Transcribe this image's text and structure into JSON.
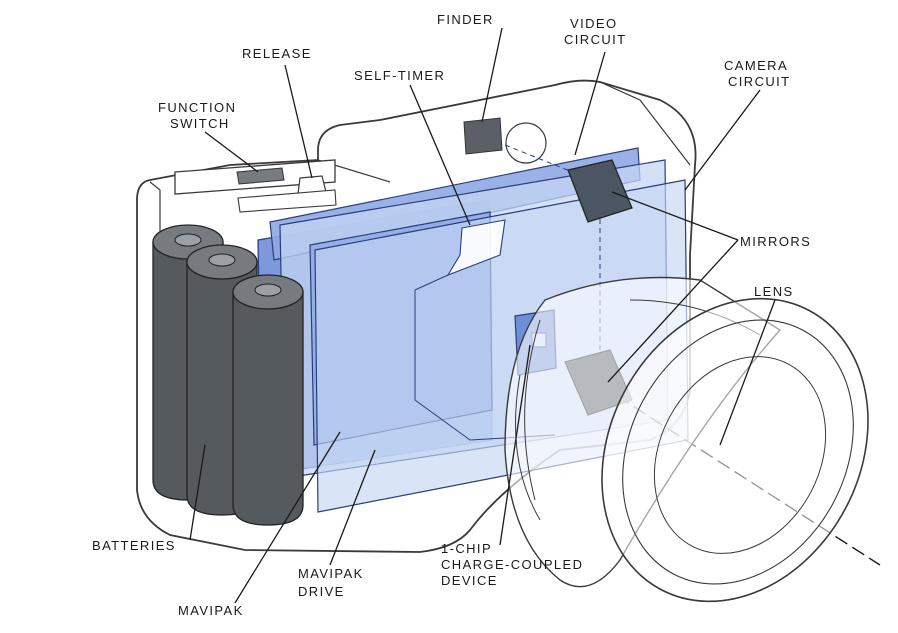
{
  "labels": {
    "finder": "FINDER",
    "video_circuit": [
      "VIDEO",
      "CIRCUIT"
    ],
    "release": "RELEASE",
    "self_timer": "SELF-TIMER",
    "camera_circuit": [
      "CAMERA",
      "CIRCUIT"
    ],
    "function_switch": [
      "FUNCTION",
      "SWITCH"
    ],
    "mirrors": "MIRRORS",
    "lens": "LENS",
    "batteries": "BATTERIES",
    "ccd": [
      "1-CHIP",
      "CHARGE-COUPLED",
      "DEVICE"
    ],
    "mavipak_drive": [
      "MAVIPAK",
      "DRIVE"
    ],
    "mavipak": "MAVIPAK"
  },
  "colors": {
    "outline": "#3a3a3a",
    "panel_dark": "#6f8ed8",
    "panel_mid": "#8fa9e6",
    "panel_light": "#c4d6f3",
    "mirror": "#4b5563",
    "battery": "#555a5f",
    "finder": "#5b6068"
  }
}
